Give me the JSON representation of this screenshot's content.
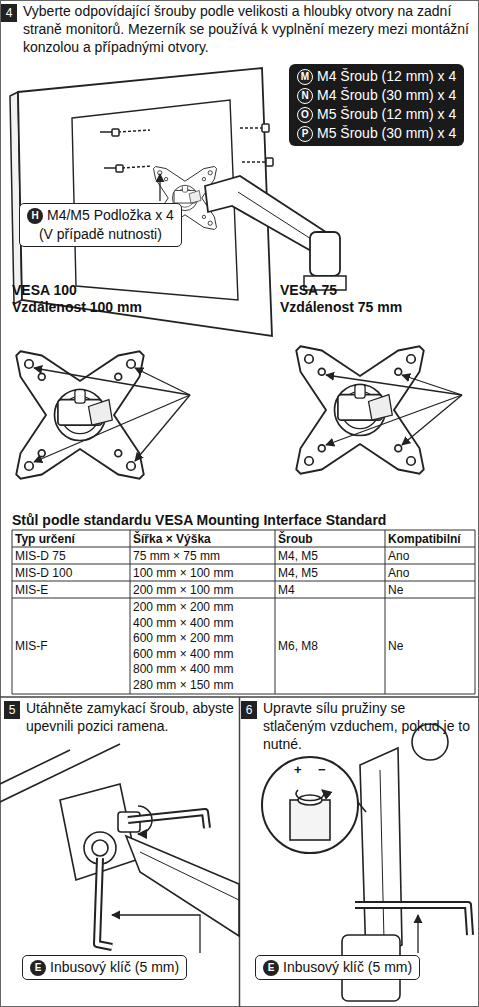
{
  "diagram": {
    "nodes": [
      {
        "text": [
          "4",
          "Vyberte odpovídající šrouby podle velikosti a hloubky otvory na zadní straně monitorů. Mezerník se používá k vyplnění mezery mezi montážní konzolou a případnými otvory."
        ]
      },
      {
        "text": [
          "M",
          "M4 Šroub (12 mm) x 4",
          "N",
          "M4 Šroub (30 mm) x 4",
          "O",
          "M5 Šroub (12 mm) x 4",
          "P",
          "M5 Šroub (30 mm) x 4"
        ],
        "in": 0
      },
      {
        "text": [
          "H",
          "M4/M5 Podložka x 4",
          "(V případě nutnosti)"
        ],
        "in": 0
      },
      {
        "text": [
          "5",
          "Utáhněte zamykací šroub, abyste upevnili pozici ramena."
        ]
      },
      {
        "text": [
          "E",
          "Inbusový klíč (5 mm)"
        ],
        "in": 3
      },
      {
        "text": [
          "6",
          "Upravte sílu pružiny se stlačeným vzduchem, pokud je to nutné."
        ]
      },
      {
        "text": [
          "E",
          "Inbusový klíč (5 mm)"
        ],
        "in": 5
      }
    ],
    "labels": [
      "VESA 100",
      "Vzdálenost 100 mm",
      "VESA 75",
      "Vzdálenost 75 mm",
      "Stůl podle standardu VESA Mounting Interface Standard",
      "Typ určení",
      "Šířka × Výška",
      "Šroub",
      "Kompatibilní",
      "MIS-D 75",
      "75 mm × 75 mm",
      "M4, M5",
      "Ano",
      "MIS-D 100",
      "100 mm × 100 mm",
      "M4, M5",
      "Ano",
      "MIS-E",
      "200 mm × 100 mm",
      "M4",
      "Ne",
      "MIS-F",
      "200 mm × 200 mm",
      "400 mm × 400 mm",
      "600 mm × 200 mm",
      "600 mm × 400 mm",
      "800 mm × 400 mm",
      "280 mm × 150 mm",
      "M6, M8",
      "Ne",
      "+",
      "−"
    ]
  }
}
